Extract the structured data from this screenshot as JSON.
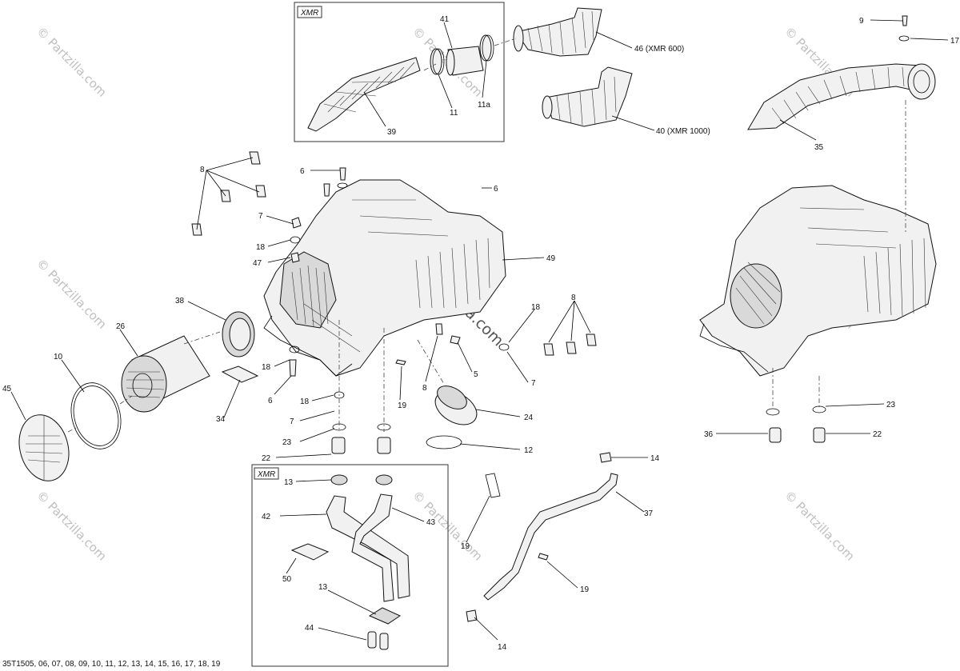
{
  "figure": {
    "footer_code": "35T1505, 06, 07, 08, 09, 10, 11, 12, 13, 14, 15, 16, 17, 18, 19",
    "watermark": "© Partzilla.com",
    "center_watermark": "© Partzilla.com",
    "box_tag": "XMR"
  },
  "callouts": [
    {
      "id": "c41",
      "text": "41"
    },
    {
      "id": "c46",
      "text": "46 (XMR 600)"
    },
    {
      "id": "c39",
      "text": "39"
    },
    {
      "id": "c11",
      "text": "11"
    },
    {
      "id": "c11a",
      "text": "11a"
    },
    {
      "id": "c40",
      "text": "40 (XMR 1000)"
    },
    {
      "id": "c9",
      "text": "9"
    },
    {
      "id": "c17",
      "text": "17"
    },
    {
      "id": "c35",
      "text": "35"
    },
    {
      "id": "c8a",
      "text": "8"
    },
    {
      "id": "c6a",
      "text": "6"
    },
    {
      "id": "c6b",
      "text": "6"
    },
    {
      "id": "c7a",
      "text": "7"
    },
    {
      "id": "c18a",
      "text": "18"
    },
    {
      "id": "c47",
      "text": "47"
    },
    {
      "id": "c49",
      "text": "49"
    },
    {
      "id": "c38",
      "text": "38"
    },
    {
      "id": "c26",
      "text": "26"
    },
    {
      "id": "c10",
      "text": "10"
    },
    {
      "id": "c45",
      "text": "45"
    },
    {
      "id": "c18b",
      "text": "18"
    },
    {
      "id": "c6c",
      "text": "6"
    },
    {
      "id": "c34",
      "text": "34"
    },
    {
      "id": "c18c",
      "text": "18"
    },
    {
      "id": "c7b",
      "text": "7"
    },
    {
      "id": "c23a",
      "text": "23"
    },
    {
      "id": "c22a",
      "text": "22"
    },
    {
      "id": "c19a",
      "text": "19"
    },
    {
      "id": "c8b",
      "text": "8"
    },
    {
      "id": "c5",
      "text": "5"
    },
    {
      "id": "c18d",
      "text": "18"
    },
    {
      "id": "c7c",
      "text": "7"
    },
    {
      "id": "c8c",
      "text": "8"
    },
    {
      "id": "c24",
      "text": "24"
    },
    {
      "id": "c12",
      "text": "12"
    },
    {
      "id": "c14a",
      "text": "14"
    },
    {
      "id": "c13a",
      "text": "13"
    },
    {
      "id": "c42",
      "text": "42"
    },
    {
      "id": "c43",
      "text": "43"
    },
    {
      "id": "c50",
      "text": "50"
    },
    {
      "id": "c13b",
      "text": "13"
    },
    {
      "id": "c44",
      "text": "44"
    },
    {
      "id": "c19b",
      "text": "19"
    },
    {
      "id": "c37",
      "text": "37"
    },
    {
      "id": "c19c",
      "text": "19"
    },
    {
      "id": "c14b",
      "text": "14"
    },
    {
      "id": "c23b",
      "text": "23"
    },
    {
      "id": "c36",
      "text": "36"
    },
    {
      "id": "c22b",
      "text": "22"
    }
  ]
}
